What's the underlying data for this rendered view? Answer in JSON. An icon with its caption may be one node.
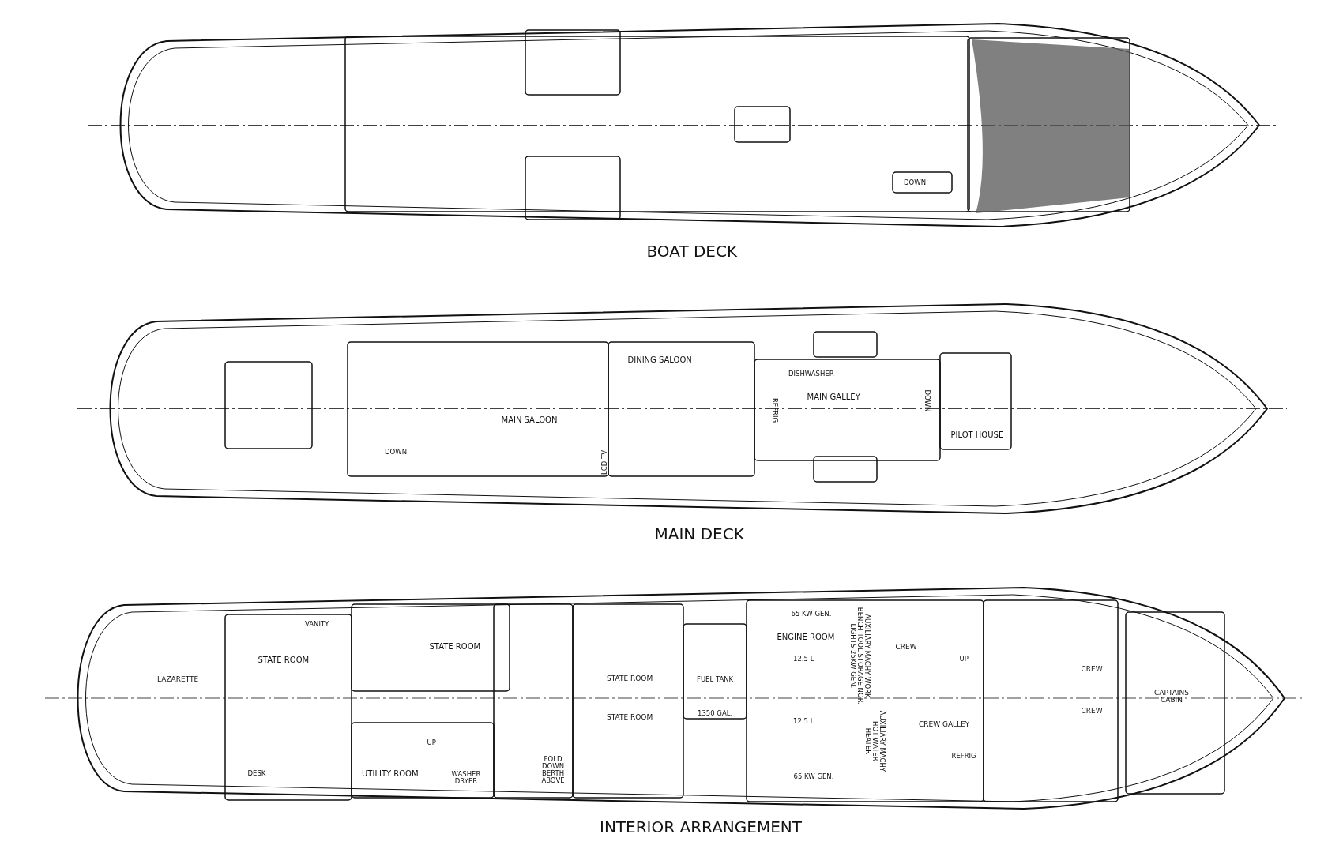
{
  "diagram": {
    "labels": [
      "DOWN",
      "BOAT DECK",
      "DINING SALOON",
      "DISHWASHER",
      "MAIN GALLEY",
      "REFRIG",
      "DOWN",
      "MAIN SALOON",
      "DOWN",
      "LCD TV",
      "PILOT HOUSE",
      "MAIN DECK",
      "VANITY",
      "STATE ROOM",
      "STATE ROOM",
      "LAZARETTE",
      "UP",
      "DESK",
      "UTILITY ROOM",
      "WASHER DRYER",
      "FOLD DOWN BERTH ABOVE",
      "STATE ROOM",
      "STATE ROOM",
      "FUEL TANK",
      "1350 GAL.",
      "ENGINE ROOM",
      "65 KW GEN.",
      "12.5 L",
      "12.5 L",
      "65 KW GEN.",
      "AUXILIARY MACHY WORK BENCH TOOL STORAGE NOR. LIGHTS 25KW GEN.",
      "AUXILIARY MACHY HOT WATER HEATER",
      "CREW",
      "UP",
      "CREW",
      "CREW",
      "CREW GALLEY",
      "REFRIG",
      "CAPTAINS CABIN",
      "INTERIOR ARRANGEMENT"
    ]
  }
}
